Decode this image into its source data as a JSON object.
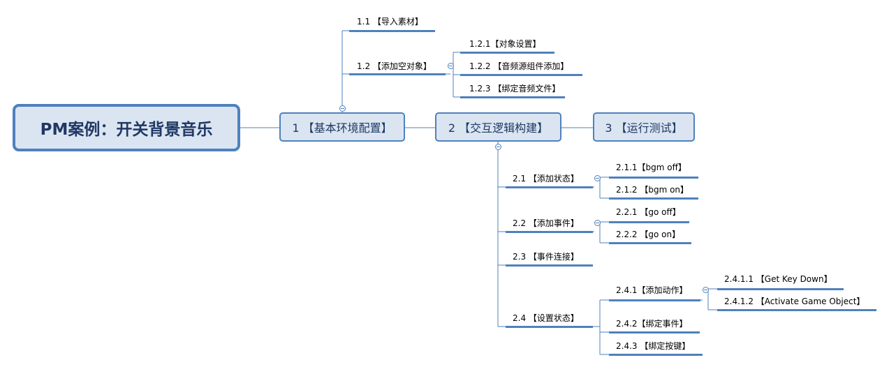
{
  "root": {
    "label": "PM案例：开关背景音乐"
  },
  "main": [
    {
      "label": "1 【基本环境配置】"
    },
    {
      "label": "2 【交互逻辑构建】"
    },
    {
      "label": "3 【运行测试】"
    }
  ],
  "nodes": {
    "n1_1": "1.1 【导入素材】",
    "n1_2": "1.2 【添加空对象】",
    "n1_2_1": "1.2.1【对象设置】",
    "n1_2_2": "1.2.2 【音频源组件添加】",
    "n1_2_3": "1.2.3 【绑定音频文件】",
    "n2_1": "2.1 【添加状态】",
    "n2_1_1": "2.1.1【bgm off】",
    "n2_1_2": "2.1.2 【bgm on】",
    "n2_2": "2.2 【添加事件】",
    "n2_2_1": "2.2.1 【go off】",
    "n2_2_2": "2.2.2 【go on】",
    "n2_3": "2.3 【事件连接】",
    "n2_4": "2.4 【设置状态】",
    "n2_4_1": "2.4.1【添加动作】",
    "n2_4_1_1": "2.4.1.1 【Get Key Down】",
    "n2_4_1_2": "2.4.1.2 【Activate Game Object】",
    "n2_4_2": "2.4.2【绑定事件】",
    "n2_4_3": "2.4.3 【绑定按键】"
  }
}
